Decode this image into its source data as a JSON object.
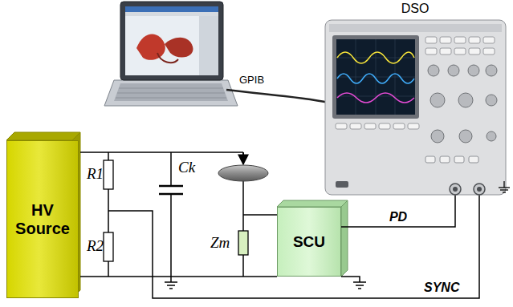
{
  "diagram": {
    "nodes": [
      {
        "text": [
          "HV Source"
        ]
      },
      {
        "text": [
          "SCU"
        ]
      },
      {
        "text": [
          "DSO"
        ]
      }
    ],
    "edges": [
      {
        "from": 1,
        "to": 2,
        "label": "PD",
        "arrow": "none"
      }
    ],
    "labels": [
      "R1",
      "R2",
      "Ck",
      "Zm",
      "GPIB",
      "SYNC"
    ]
  }
}
